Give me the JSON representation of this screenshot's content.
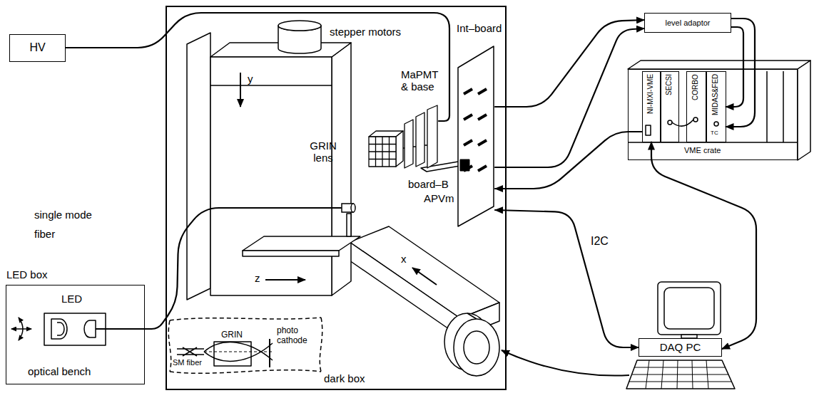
{
  "diagram": {
    "nodes": [
      {
        "text": [
          "HV"
        ]
      },
      {
        "text": [
          "dark box"
        ]
      },
      {
        "text": [
          "GRIN lens"
        ],
        "in": 1
      },
      {
        "text": [
          "MaPMT & base"
        ],
        "in": 1
      },
      {
        "text": [
          "Int–board"
        ],
        "in": 1
      },
      {
        "text": [
          "level adaptor"
        ]
      },
      {
        "text": [
          "VME crate"
        ]
      },
      {
        "text": [
          "NI-MXI-VME"
        ],
        "in": 6
      },
      {
        "text": [
          "SECSI"
        ],
        "in": 6
      },
      {
        "text": [
          "CORBO"
        ],
        "in": 6
      },
      {
        "text": [
          "MIDAS&FED"
        ],
        "in": 6
      },
      {
        "text": [
          "DAQ PC"
        ]
      },
      {
        "text": [
          "LED box",
          "LED",
          "optical bench"
        ]
      }
    ],
    "edges": [
      {
        "from": 0,
        "to": 3,
        "arrow": "none"
      },
      {
        "from": 12,
        "to": 2,
        "label": "single mode fiber",
        "arrow": "none"
      },
      {
        "from": 4,
        "to": 5,
        "arrow": "to"
      },
      {
        "from": 4,
        "to": 5,
        "arrow": "to"
      },
      {
        "from": 5,
        "to": 10,
        "arrow": "to"
      },
      {
        "from": 5,
        "to": 10,
        "arrow": "to"
      },
      {
        "from": 7,
        "to": 4,
        "arrow": "to"
      },
      {
        "from": 11,
        "to": 4,
        "label": "I2C",
        "arrow": "both"
      },
      {
        "from": 7,
        "to": 11,
        "arrow": "both"
      }
    ],
    "labels": [
      "stepper motors",
      "y",
      "board–B",
      "APVm",
      "z",
      "x",
      "TC",
      "GRIN",
      "SM fiber",
      "photo cathode"
    ]
  }
}
